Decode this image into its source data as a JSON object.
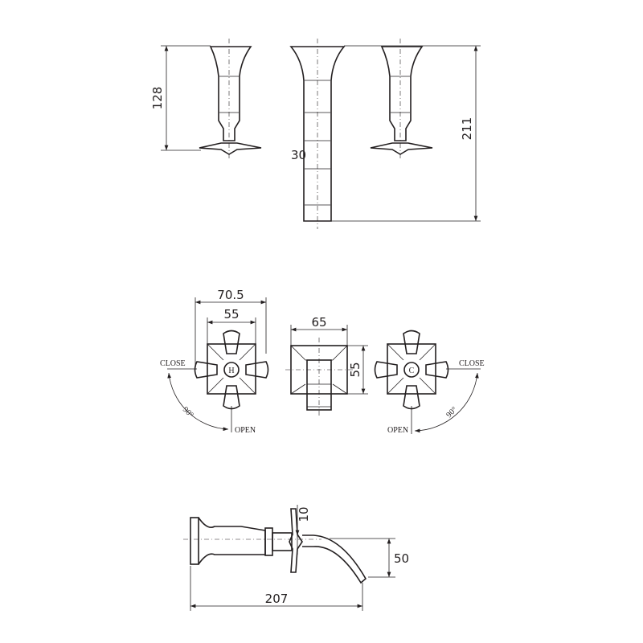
{
  "top_view": {
    "dim_left_height": "128",
    "dim_total_height": "211",
    "dim_spout_diameter": "30"
  },
  "front_view": {
    "dim_outer_width": "70.5",
    "dim_square_width": "55",
    "dim_spout_plate_width": "65",
    "dim_spout_plate_height": "55",
    "left_handle": {
      "mark": "H",
      "close_label": "CLOSE",
      "open_label": "OPEN",
      "angle_label": "90°"
    },
    "right_handle": {
      "mark": "C",
      "close_label": "CLOSE",
      "open_label": "OPEN",
      "angle_label": "90°"
    }
  },
  "side_view": {
    "dim_length": "207",
    "dim_drop": "50",
    "dim_pipe": "10"
  },
  "colors": {
    "line": "#231f20",
    "background": "#ffffff"
  }
}
